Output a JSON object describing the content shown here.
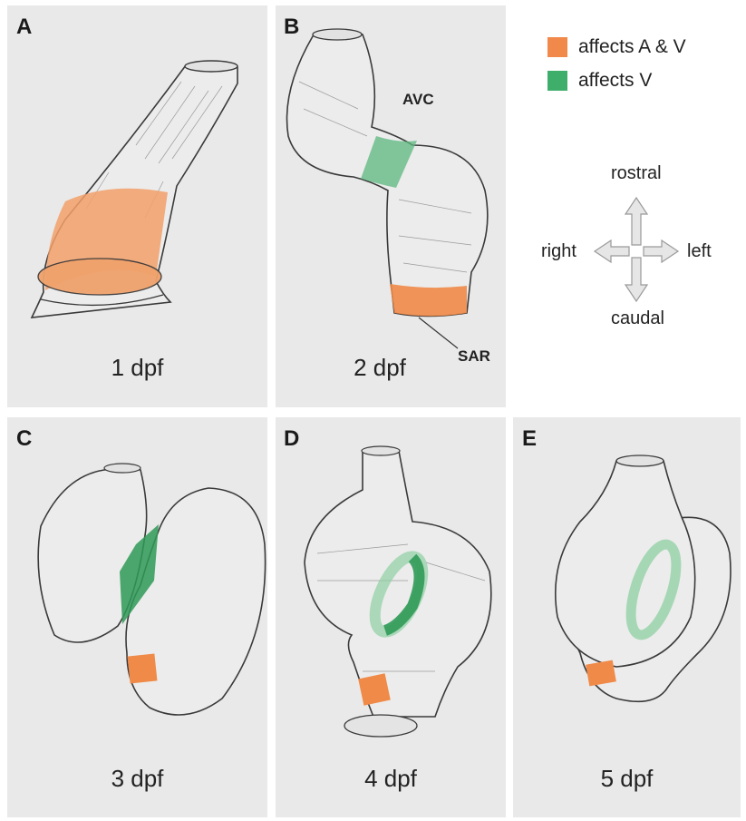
{
  "panels": [
    {
      "letter": "A",
      "stage": "1 dpf"
    },
    {
      "letter": "B",
      "stage": "2 dpf"
    },
    {
      "letter": "C",
      "stage": "3 dpf"
    },
    {
      "letter": "D",
      "stage": "4 dpf"
    },
    {
      "letter": "E",
      "stage": "5 dpf"
    }
  ],
  "annotations": {
    "avc": "AVC",
    "sar": "SAR"
  },
  "legend": {
    "items": [
      {
        "label": "affects A & V",
        "color": "#f0894a"
      },
      {
        "label": "affects V",
        "color": "#3fae6a"
      }
    ]
  },
  "compass": {
    "up": "rostral",
    "down": "caudal",
    "left": "right",
    "right": "left"
  }
}
